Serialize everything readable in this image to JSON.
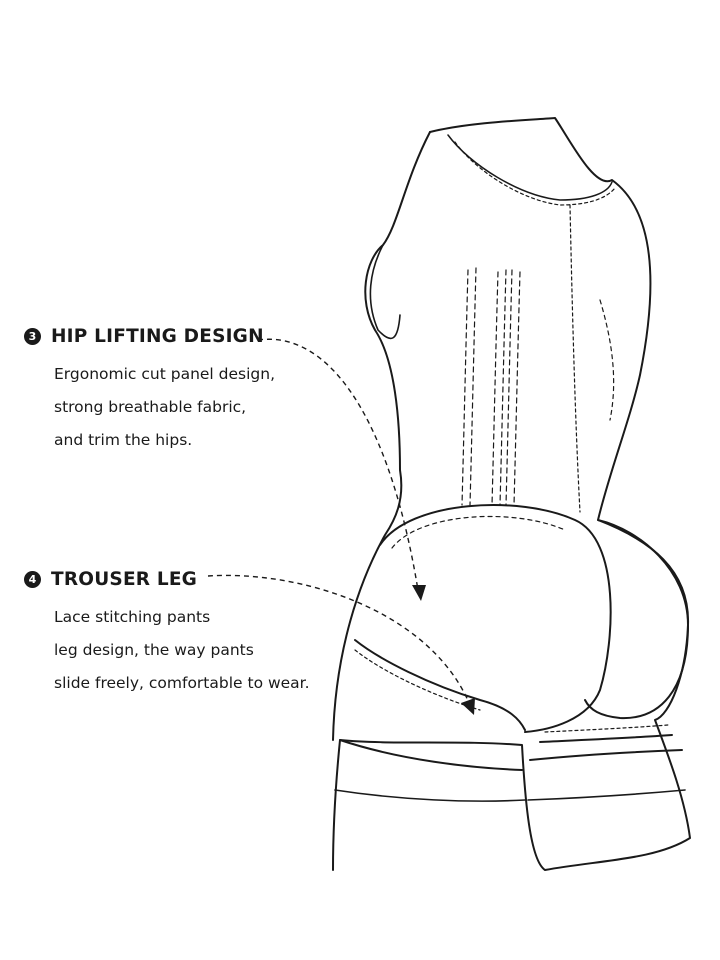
{
  "features": [
    {
      "number": "3",
      "title": "HIP LIFTING DESIGN",
      "lines": [
        "Ergonomic cut panel design,",
        "strong breathable fabric,",
        "and trim the hips."
      ]
    },
    {
      "number": "4",
      "title": "TROUSER LEG",
      "lines": [
        "Lace stitching pants",
        "leg design, the way pants",
        "slide freely, comfortable to wear."
      ]
    }
  ],
  "colors": {
    "line": "#1a1a1a",
    "background": "#ffffff"
  }
}
